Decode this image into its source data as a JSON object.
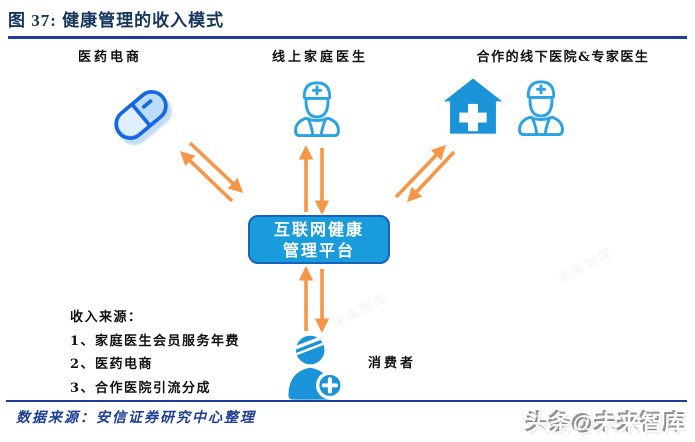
{
  "page": {
    "title": "图 37: 健康管理的收入模式",
    "source_note": "数据来源：安信证券研究中心整理",
    "corner_watermark": "头条@未来智库",
    "background_watermark": "未来智库"
  },
  "diagram": {
    "channels": [
      {
        "label": "医药电商",
        "icon": "pill-icon"
      },
      {
        "label": "线上家庭医生",
        "icon": "doctor-icon"
      },
      {
        "label": "合作的线下医院&专家医生",
        "icon": "hospital-icon,doctor-icon"
      }
    ],
    "platform": {
      "line1": "互联网健康",
      "line2": "管理平台"
    },
    "consumer_label": "消费者",
    "arrows": "双向箭头：各渠道 ↔ 平台，平台 ↔ 消费者"
  },
  "revenue_sources": {
    "heading": "收入来源：",
    "items": [
      "1、家庭医生会员服务年费",
      "2、医药电商",
      "3、合作医院引流分成"
    ]
  },
  "colors": {
    "title_blue": "#17365D",
    "rule_blue": "#1F3F97",
    "icon_blue": "#29A3E3",
    "solid_blue": "#1B93D8",
    "pill_stroke": "#1667E0",
    "pill_fill": "#BBDCFB",
    "box_fill": "#199BDC",
    "box_border": "#1464BE",
    "arrow_orange": "#F79646",
    "text_black": "#111111"
  }
}
